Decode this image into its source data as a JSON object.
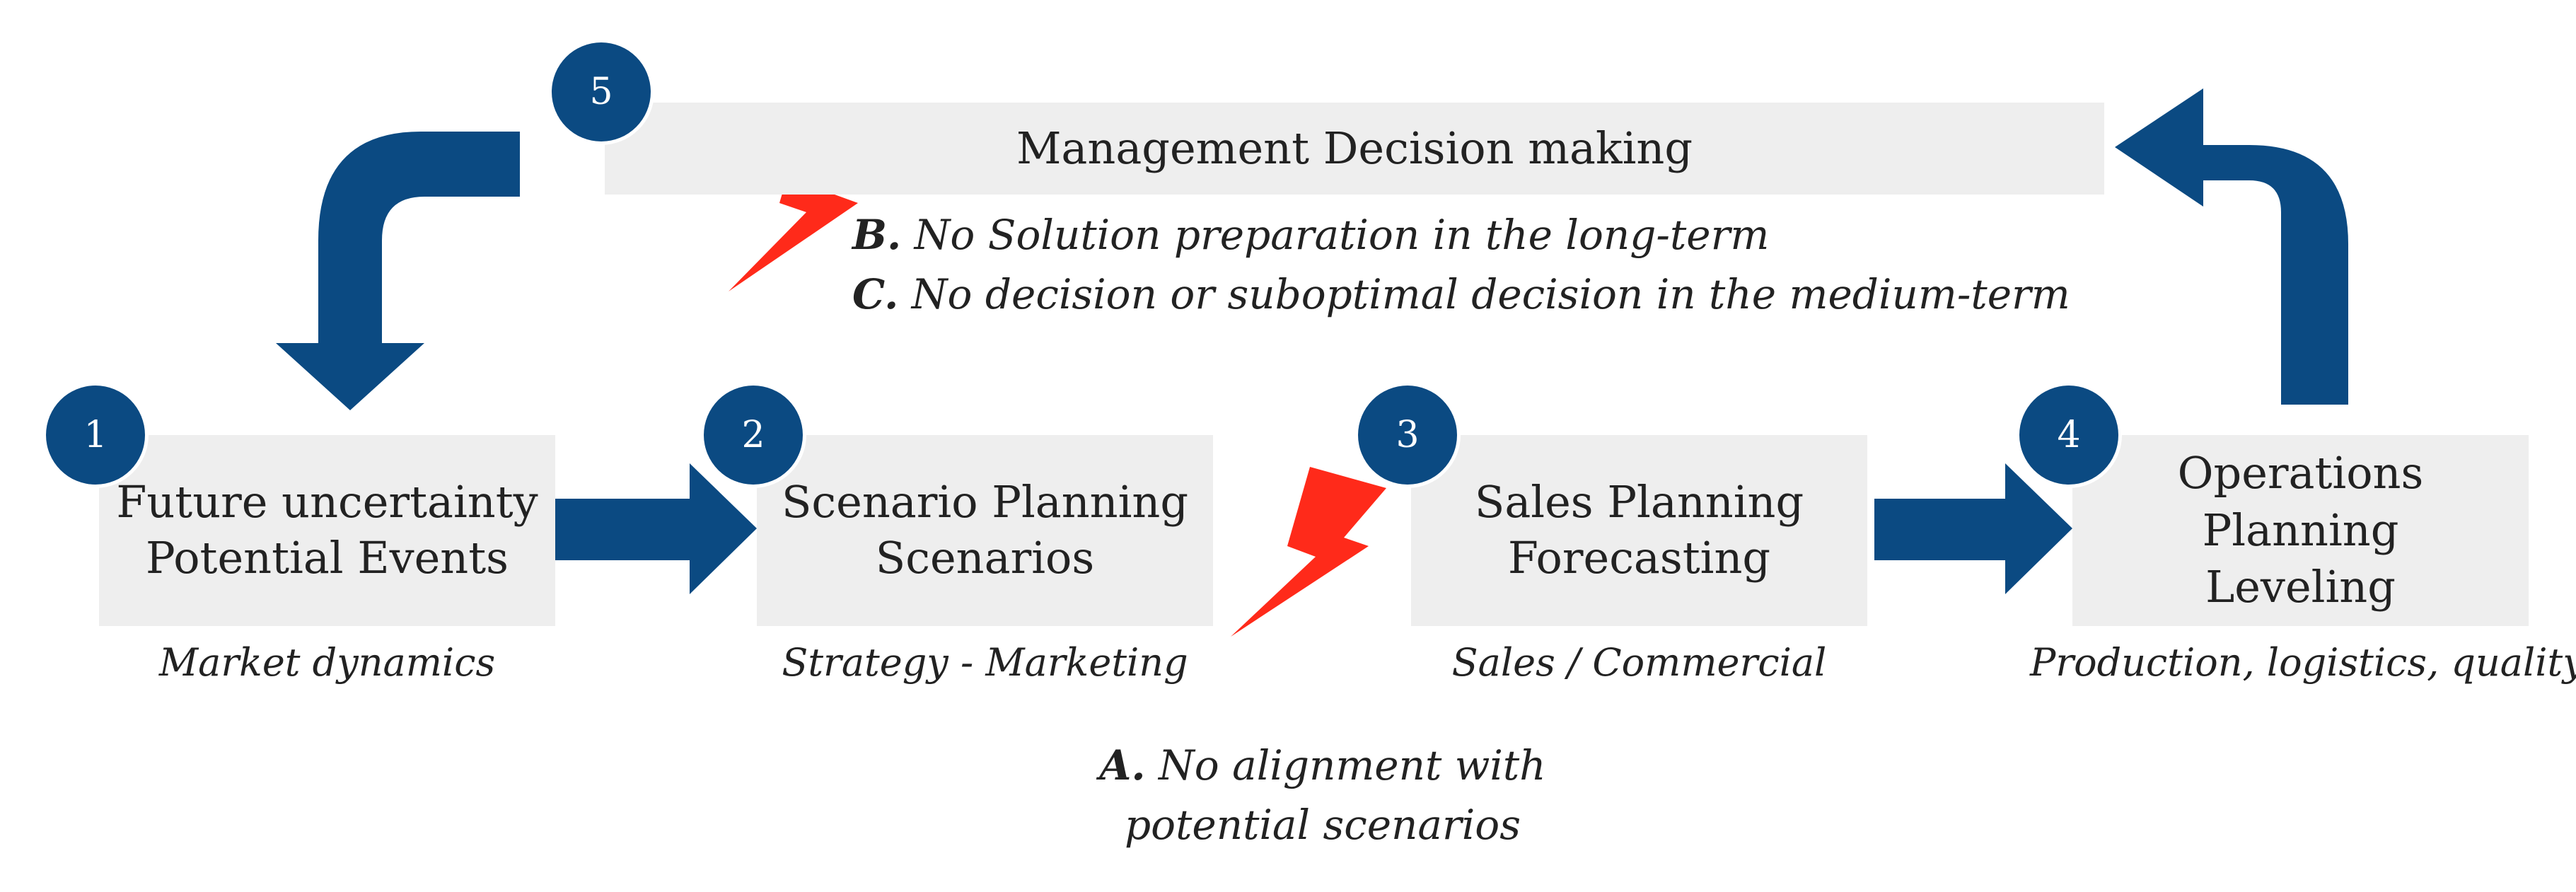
{
  "colors": {
    "arrow": "#0b4a82",
    "box": "#eeeeee",
    "badge": "#0b4a82",
    "bolt": "#ff2a1a"
  },
  "management": {
    "number": "5",
    "title": "Management Decision making"
  },
  "problems": {
    "b": {
      "letter": "B.",
      "text": "No Solution preparation in the long-term"
    },
    "c": {
      "letter": "C.",
      "text": "No decision or suboptimal decision in the medium-term"
    },
    "a": {
      "letter": "A.",
      "line1": "No alignment with",
      "line2": "potential scenarios"
    }
  },
  "steps": [
    {
      "number": "1",
      "lines": [
        "Future uncertainty",
        "Potential Events"
      ],
      "caption": "Market dynamics"
    },
    {
      "number": "2",
      "lines": [
        "Scenario Planning",
        "Scenarios"
      ],
      "caption": "Strategy - Marketing"
    },
    {
      "number": "3",
      "lines": [
        "Sales Planning",
        "Forecasting"
      ],
      "caption": "Sales / Commercial"
    },
    {
      "number": "4",
      "lines": [
        "Operations",
        "Planning",
        "Leveling"
      ],
      "caption": "Production, logistics, quality"
    }
  ],
  "icons": {
    "flow_arrows": "right-arrow-icon",
    "loop_arrows": "curved-arrow-icon",
    "failures": "lightning-bolt-icon"
  }
}
